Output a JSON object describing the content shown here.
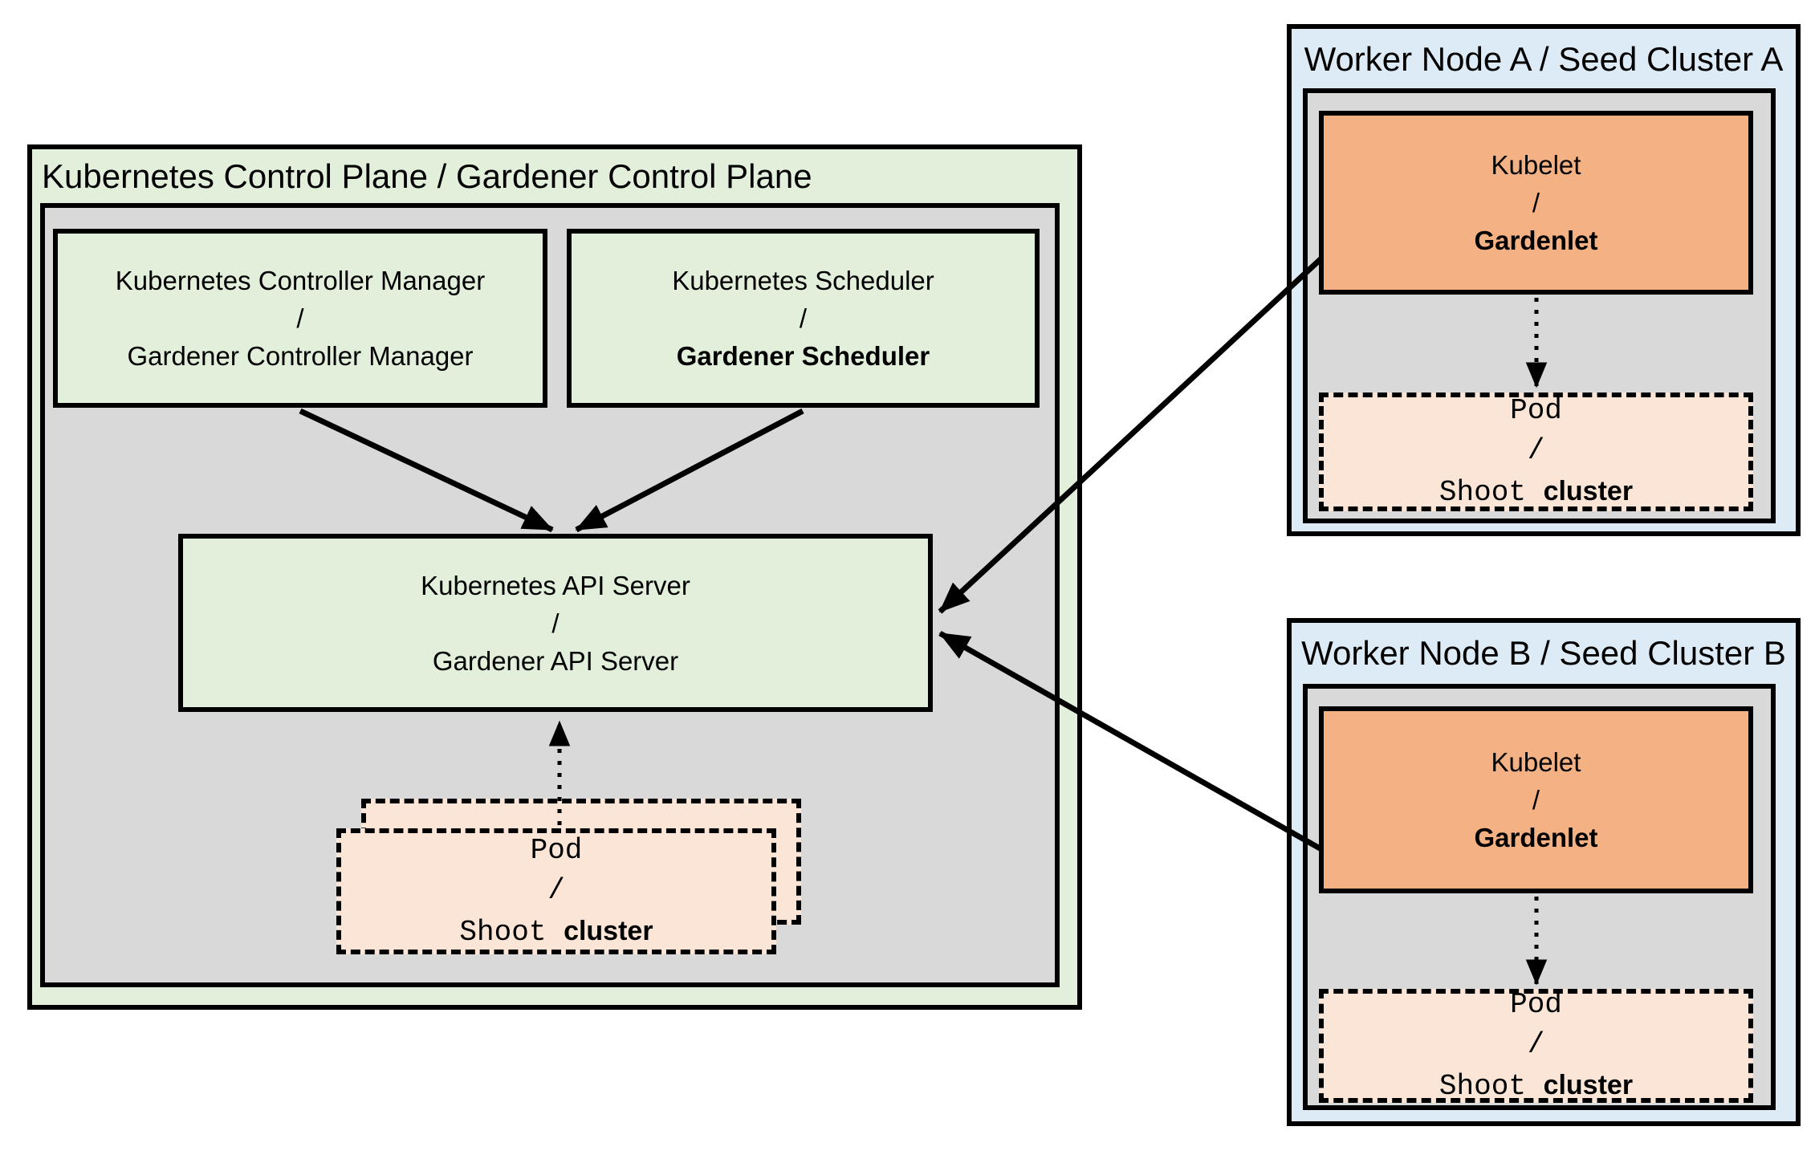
{
  "colors": {
    "box_green": "#E2EFDA",
    "box_gray": "#D9D9D9",
    "box_blue": "#DDEBF7",
    "box_orange": "#F4B183",
    "box_peach": "#FBE5D6",
    "border_and_arrows": "#000000",
    "page_background": "#FFFFFF"
  },
  "control_plane": {
    "title": "Kubernetes Control Plane / Gardener Control Plane",
    "controller_manager": {
      "line1": "Kubernetes Controller Manager",
      "sep": "/",
      "line2": "Gardener Controller Manager"
    },
    "scheduler": {
      "line1": "Kubernetes Scheduler",
      "sep": "/",
      "line2": "Gardener Scheduler"
    },
    "api_server": {
      "line1": "Kubernetes API Server",
      "sep": "/",
      "line2": "Gardener API Server"
    },
    "pod_stack": {
      "line1": "Pod",
      "sep": "/",
      "line2_mono": "Shoot",
      "line2_sans": "cluster"
    }
  },
  "worker_node_a": {
    "title": "Worker Node A / Seed Cluster A",
    "kubelet": {
      "line1": "Kubelet",
      "sep": "/",
      "line2": "Gardenlet"
    },
    "pod": {
      "line1": "Pod",
      "sep": "/",
      "line2_mono": "Shoot",
      "line2_sans": "cluster"
    }
  },
  "worker_node_b": {
    "title": "Worker Node B / Seed Cluster B",
    "kubelet": {
      "line1": "Kubelet",
      "sep": "/",
      "line2": "Gardenlet"
    },
    "pod": {
      "line1": "Pod",
      "sep": "/",
      "line2_mono": "Shoot",
      "line2_sans": "cluster"
    }
  },
  "connections": [
    {
      "from": "kubernetes-gardener-controller-manager",
      "to": "kubernetes-gardener-api-server",
      "style": "solid-arrow"
    },
    {
      "from": "kubernetes-gardener-scheduler",
      "to": "kubernetes-gardener-api-server",
      "style": "solid-arrow"
    },
    {
      "from": "pod-shoot-cluster-stack",
      "to": "kubernetes-gardener-api-server",
      "style": "dotted-arrow"
    },
    {
      "from": "kubelet-gardenlet-a",
      "to": "kubernetes-gardener-api-server",
      "style": "solid-arrow"
    },
    {
      "from": "kubelet-gardenlet-b",
      "to": "kubernetes-gardener-api-server",
      "style": "solid-arrow"
    },
    {
      "from": "kubelet-gardenlet-a",
      "to": "pod-shoot-cluster-a",
      "style": "dotted-arrow"
    },
    {
      "from": "kubelet-gardenlet-b",
      "to": "pod-shoot-cluster-b",
      "style": "dotted-arrow"
    }
  ]
}
